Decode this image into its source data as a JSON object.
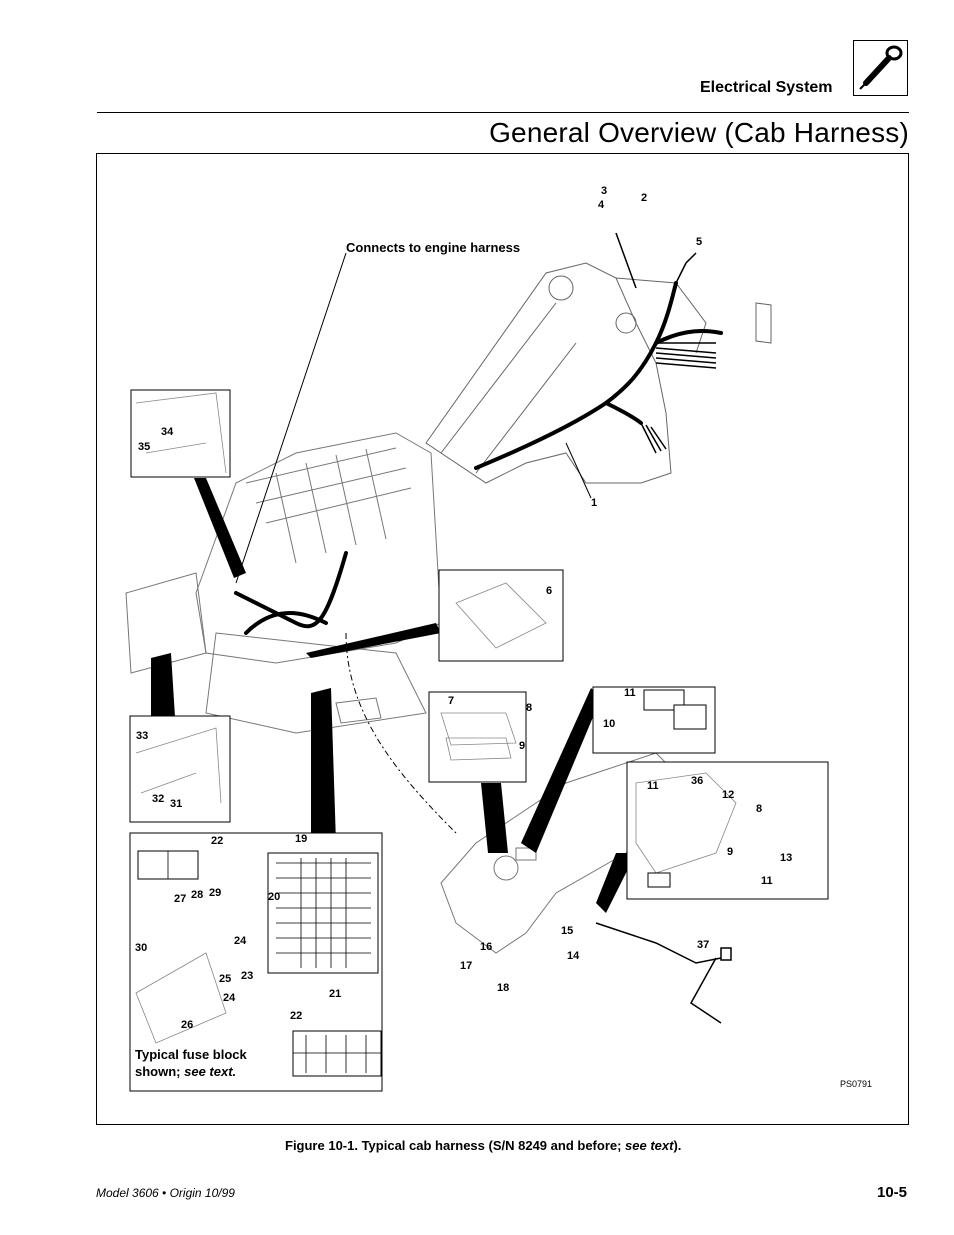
{
  "header": {
    "section": "Electrical System",
    "title": "General Overview (Cab Harness)",
    "tab_icon": "wrench-icon"
  },
  "figure": {
    "connects_label": "Connects to engine harness",
    "fuse_note_line1": "Typical fuse block",
    "fuse_note_line2": "shown; ",
    "fuse_note_see": "see text.",
    "ps_code": "PS0791",
    "callouts": [
      "1",
      "2",
      "3",
      "4",
      "5",
      "6",
      "7",
      "8",
      "9",
      "10",
      "11",
      "11",
      "11",
      "12",
      "13",
      "14",
      "15",
      "16",
      "17",
      "18",
      "19",
      "20",
      "21",
      "22",
      "22",
      "23",
      "24",
      "24",
      "25",
      "26",
      "27",
      "28",
      "29",
      "30",
      "31",
      "32",
      "33",
      "34",
      "35",
      "36",
      "37",
      "8",
      "9"
    ]
  },
  "caption": {
    "text": "Figure 10-1.  Typical cab harness (S/N 8249 and before;  ",
    "see": "see text",
    "end": ")."
  },
  "footer": {
    "model": "Model 3606 • Origin 10/99",
    "page": "10-5"
  }
}
